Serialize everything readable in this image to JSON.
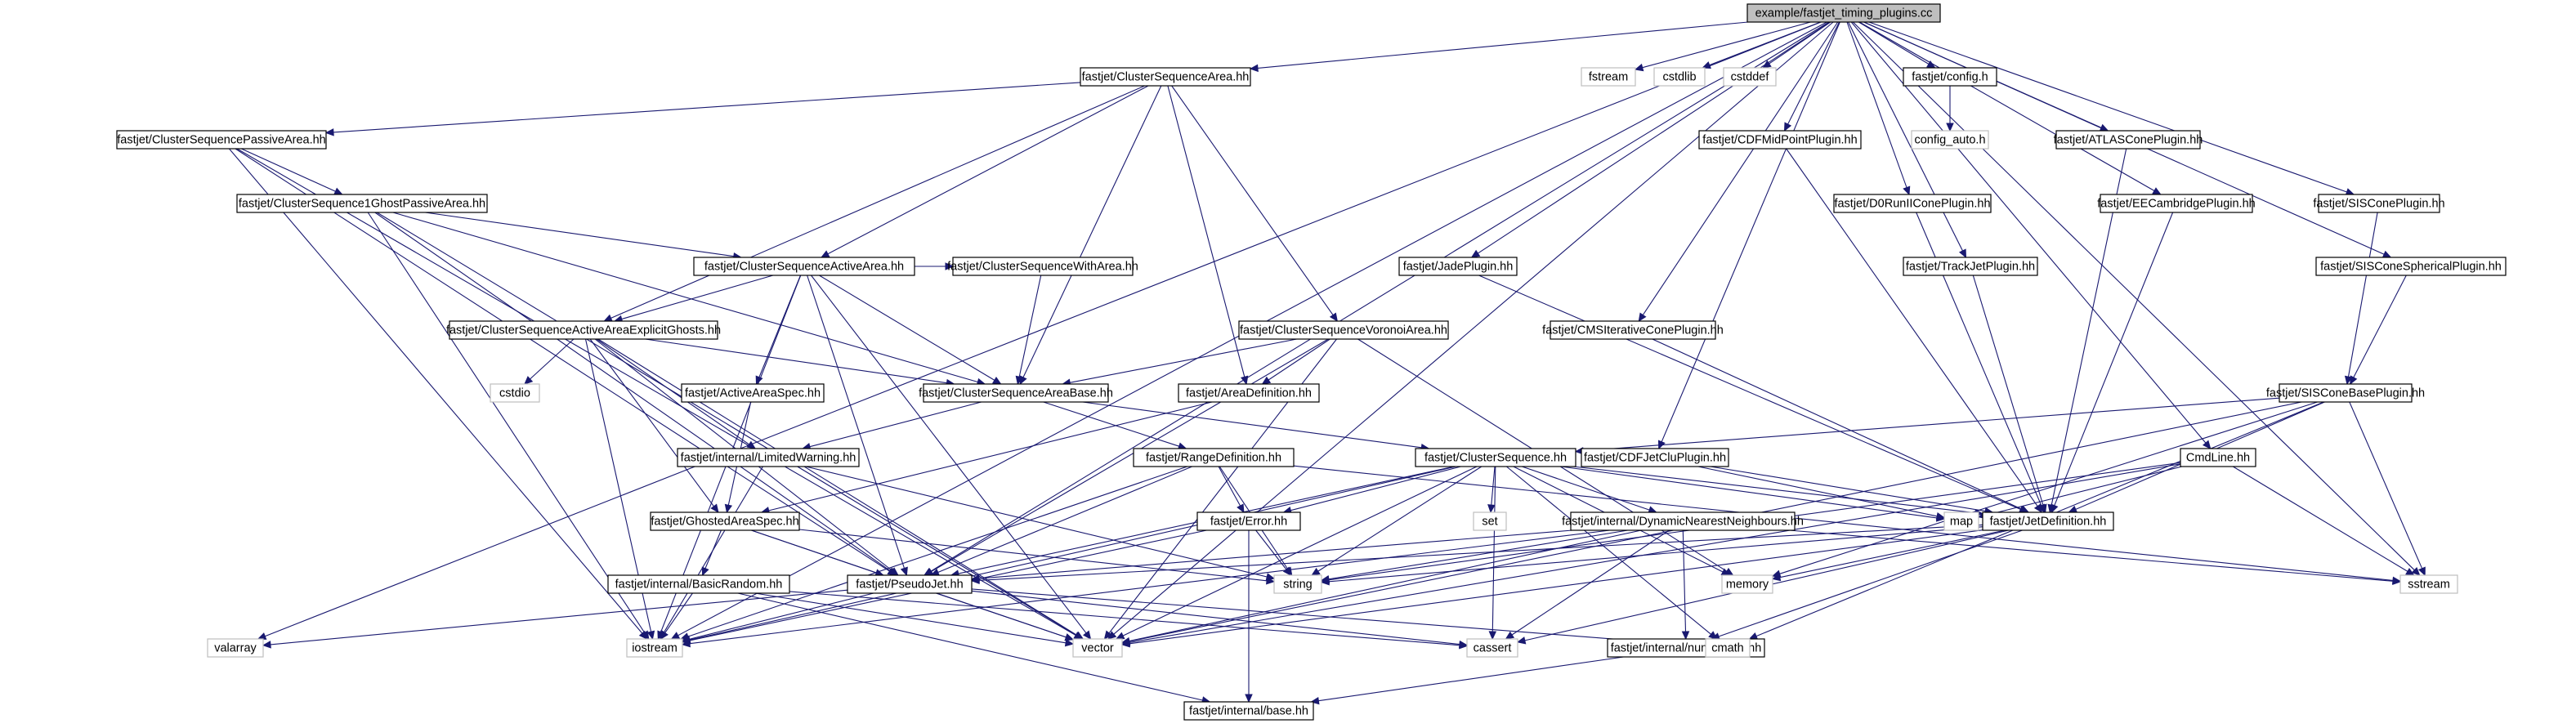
{
  "graph": {
    "root": "example/fastjet_timing_plugins.cc",
    "nodes": {
      "root": "example/fastjet_timing_plugins.cc",
      "csa": "fastjet/ClusterSequenceArea.hh",
      "cspa": "fastjet/ClusterSequencePassiveArea.hh",
      "cs1g": "fastjet/ClusterSequence1GhostPassiveArea.hh",
      "csaa": "fastjet/ClusterSequenceActiveArea.hh",
      "csaaeg": "fastjet/ClusterSequenceActiveAreaExplicitGhosts.hh",
      "cswa": "fastjet/ClusterSequenceWithArea.hh",
      "aas": "fastjet/ActiveAreaSpec.hh",
      "csab": "fastjet/ClusterSequenceAreaBase.hh",
      "csva": "fastjet/ClusterSequenceVoronoiArea.hh",
      "ad": "fastjet/AreaDefinition.hh",
      "lw": "fastjet/internal/LimitedWarning.hh",
      "gas": "fastjet/GhostedAreaSpec.hh",
      "rd": "fastjet/RangeDefinition.hh",
      "br": "fastjet/internal/BasicRandom.hh",
      "pj": "fastjet/PseudoJet.hh",
      "err": "fastjet/Error.hh",
      "base": "fastjet/internal/base.hh",
      "cseq": "fastjet/ClusterSequence.hh",
      "dnn": "fastjet/internal/DynamicNearestNeighbours.hh",
      "nc": "fastjet/internal/numconsts.hh",
      "cdfjc": "fastjet/CDFJetCluPlugin.hh",
      "jd": "fastjet/JetDefinition.hh",
      "jade": "fastjet/JadePlugin.hh",
      "cmsic": "fastjet/CMSIterativeConePlugin.hh",
      "cdfmp": "fastjet/CDFMidPointPlugin.hh",
      "cfg": "fastjet/config.h",
      "cfgauto": "config_auto.h",
      "d0": "fastjet/D0RunIIConePlugin.hh",
      "tj": "fastjet/TrackJetPlugin.hh",
      "atlas": "fastjet/ATLASConePlugin.hh",
      "eec": "fastjet/EECambridgePlugin.hh",
      "sis": "fastjet/SISConePlugin.hh",
      "siss": "fastjet/SISConeSphericalPlugin.hh",
      "sisb": "fastjet/SISConeBasePlugin.hh",
      "cmd": "CmdLine.hh",
      "fstream": "fstream",
      "cstdlib": "cstdlib",
      "cstddef": "cstddef",
      "cstdio": "cstdio",
      "set": "set",
      "map": "map",
      "memory": "memory",
      "string": "string",
      "sstream": "sstream",
      "valarray": "valarray",
      "iostream": "iostream",
      "vector": "vector",
      "cassert": "cassert",
      "cmath": "cmath"
    }
  },
  "colors": {
    "edge": "#191970",
    "root_fill": "#bfbfbf",
    "system_header_border": "#bfbfbf"
  }
}
